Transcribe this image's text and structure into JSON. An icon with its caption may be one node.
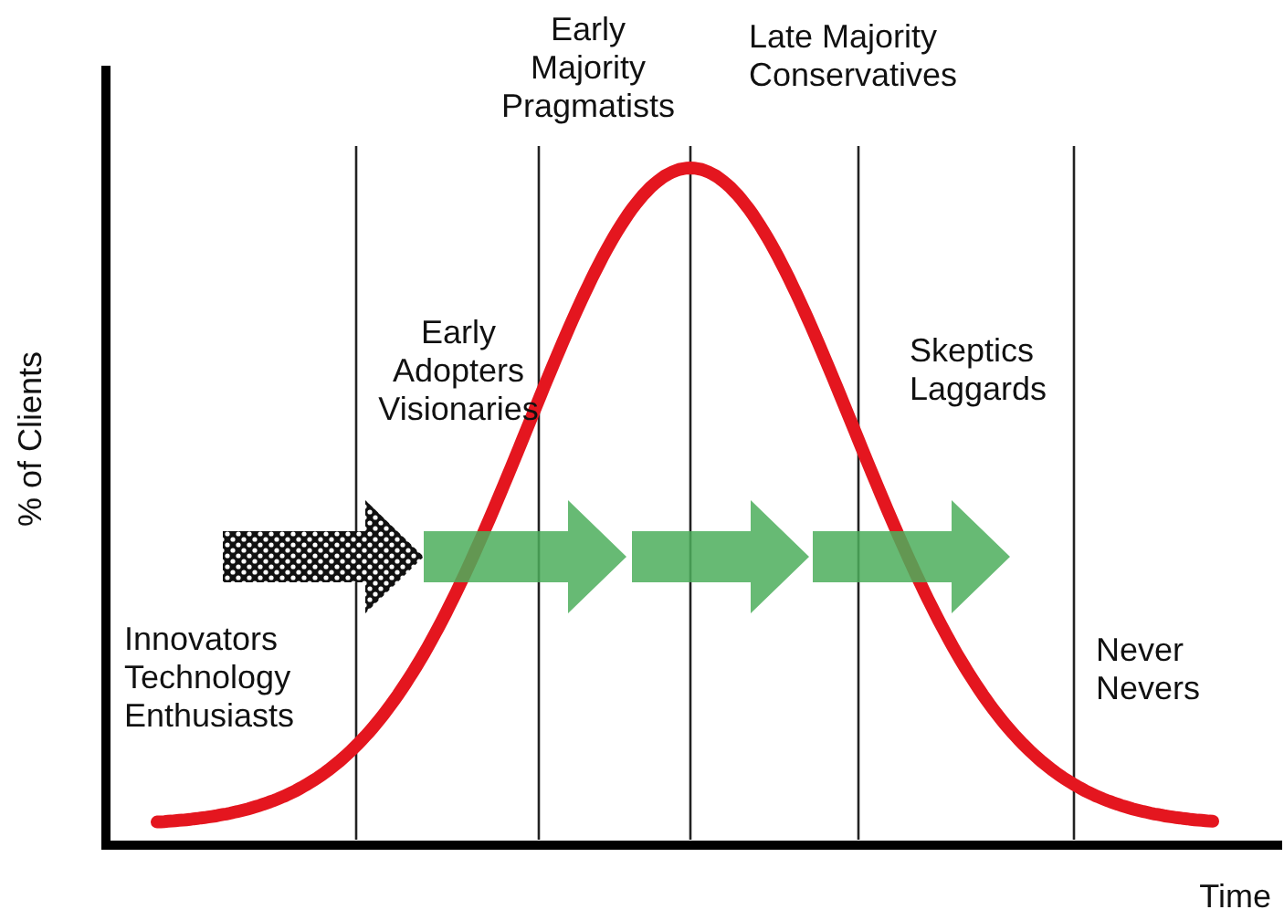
{
  "diagram": {
    "labels": [
      "Early Majority Pragmatists",
      "Late Majority Conservatives",
      "Early Adopters Visionaries",
      "Skeptics Laggards",
      "% of Clients",
      "Innovators Technology Enthusiasts",
      "Never Nevers",
      "Time"
    ]
  }
}
